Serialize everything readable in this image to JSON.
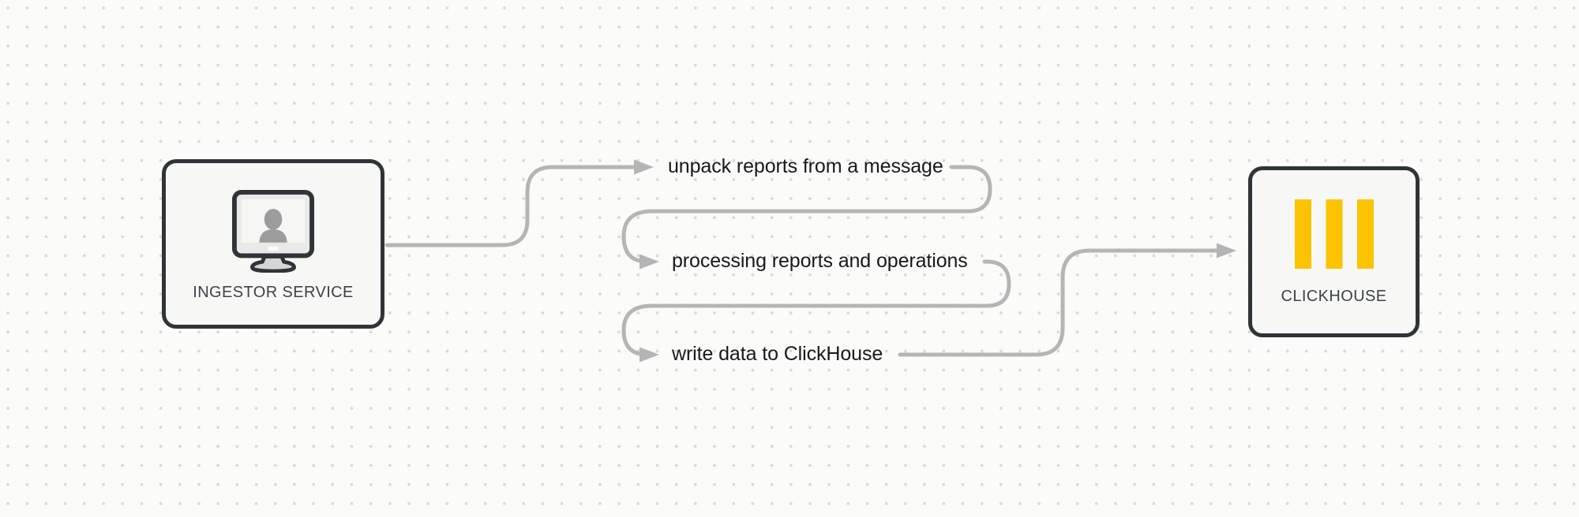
{
  "diagram": {
    "nodes": {
      "ingestor": {
        "label": "INGESTOR SERVICE",
        "icon": "monitor-user-icon"
      },
      "clickhouse": {
        "label": "CLICKHOUSE",
        "icon": "clickhouse-bars-icon"
      }
    },
    "steps": [
      {
        "label": "unpack reports from a message"
      },
      {
        "label": "processing reports and operations"
      },
      {
        "label": "write data to ClickHouse"
      }
    ],
    "colors": {
      "background": "#fbfbf9",
      "dot": "#d9d9d9",
      "connector": "#b5b5b5",
      "node_border": "#2f3438",
      "node_fill": "#f7f8f6",
      "clickhouse_yellow": "#fcc400",
      "label_text": "#17191c",
      "node_label_text": "#3d4247"
    }
  }
}
